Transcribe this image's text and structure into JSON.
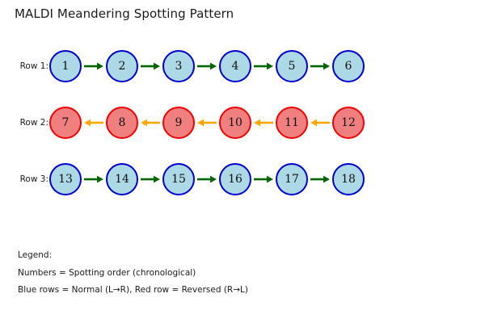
{
  "title": "MALDI Meandering Spotting Pattern",
  "colors": {
    "blue_fill": "#ADD8E6",
    "blue_stroke": "#0000CC",
    "red_fill": "#F08080",
    "red_stroke": "#EE0000",
    "arrow_forward": "#006400",
    "arrow_reverse": "#FFA500",
    "text": "#1a1a1a",
    "background": "#FFFFFF"
  },
  "diagram": {
    "type": "flow-grid",
    "node_count": 18,
    "columns": 6,
    "rows": [
      {
        "label": "Row 1:",
        "direction": "left-to-right",
        "arrow_glyph": "→",
        "color_class": "blue",
        "nodes": [
          "1",
          "2",
          "3",
          "4",
          "5",
          "6"
        ]
      },
      {
        "label": "Row 2:",
        "direction": "right-to-left",
        "arrow_glyph": "←",
        "color_class": "red",
        "nodes": [
          "7",
          "8",
          "9",
          "10",
          "11",
          "12"
        ]
      },
      {
        "label": "Row 3:",
        "direction": "left-to-right",
        "arrow_glyph": "→",
        "color_class": "blue",
        "nodes": [
          "13",
          "14",
          "15",
          "16",
          "17",
          "18"
        ]
      }
    ]
  },
  "legend": {
    "heading": "Legend:",
    "lines": [
      "Numbers = Spotting order (chronological)",
      "Blue rows = Normal (L→R), Red row = Reversed (R→L)"
    ]
  }
}
